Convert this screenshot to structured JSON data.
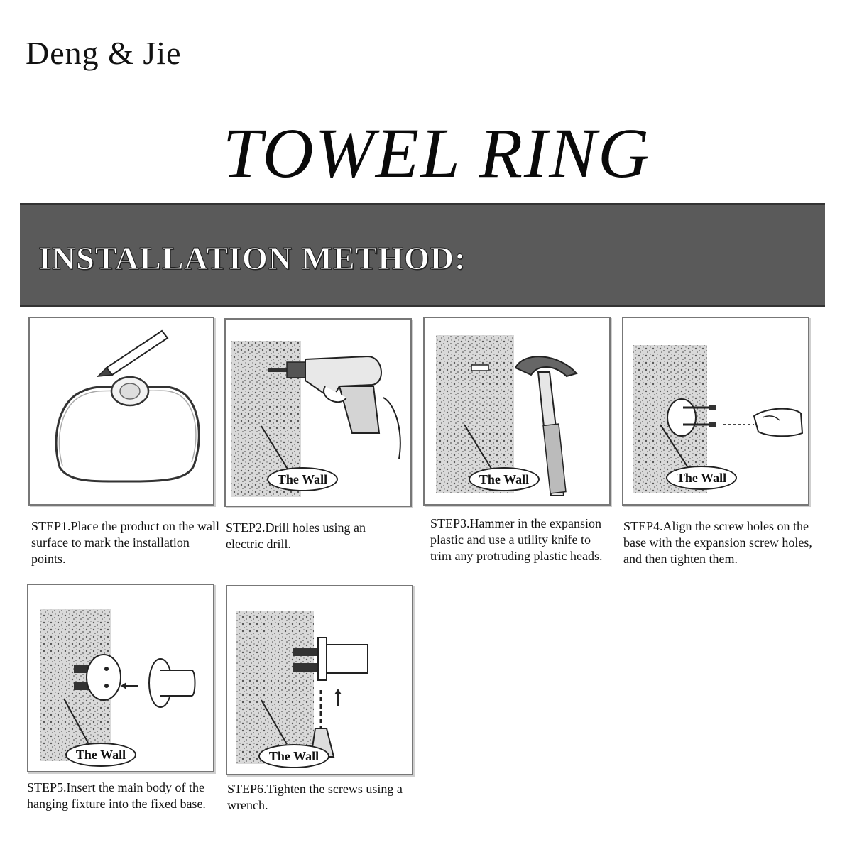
{
  "brand": "Deng & Jie",
  "title": "TOWEL RING",
  "banner": "INSTALLATION METHOD:",
  "wall_label": "The Wall",
  "steps": [
    {
      "caption": "STEP1.Place the product on the wall surface to mark the installation points."
    },
    {
      "caption": "STEP2.Drill holes using an electric drill."
    },
    {
      "caption": "STEP3.Hammer in the expansion plastic and use a utility knife to trim any protruding plastic heads."
    },
    {
      "caption": "STEP4.Align the screw holes on the base with the expansion screw holes, and then tighten them."
    },
    {
      "caption": "STEP5.Insert the main body of the hanging fixture into the fixed base."
    },
    {
      "caption": "STEP6.Tighten the screws using a wrench."
    }
  ],
  "colors": {
    "banner": "#5a5a5a",
    "text": "#111111",
    "wall_speckle": "#555555"
  }
}
